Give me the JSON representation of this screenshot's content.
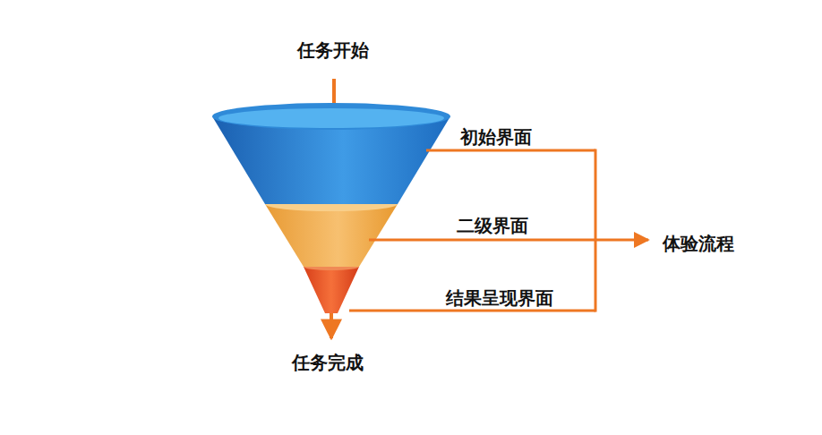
{
  "diagram": {
    "labels": [
      "任务开始",
      "初始界面",
      "二级界面",
      "结果呈现界面",
      "体验流程",
      "任务完成"
    ]
  }
}
